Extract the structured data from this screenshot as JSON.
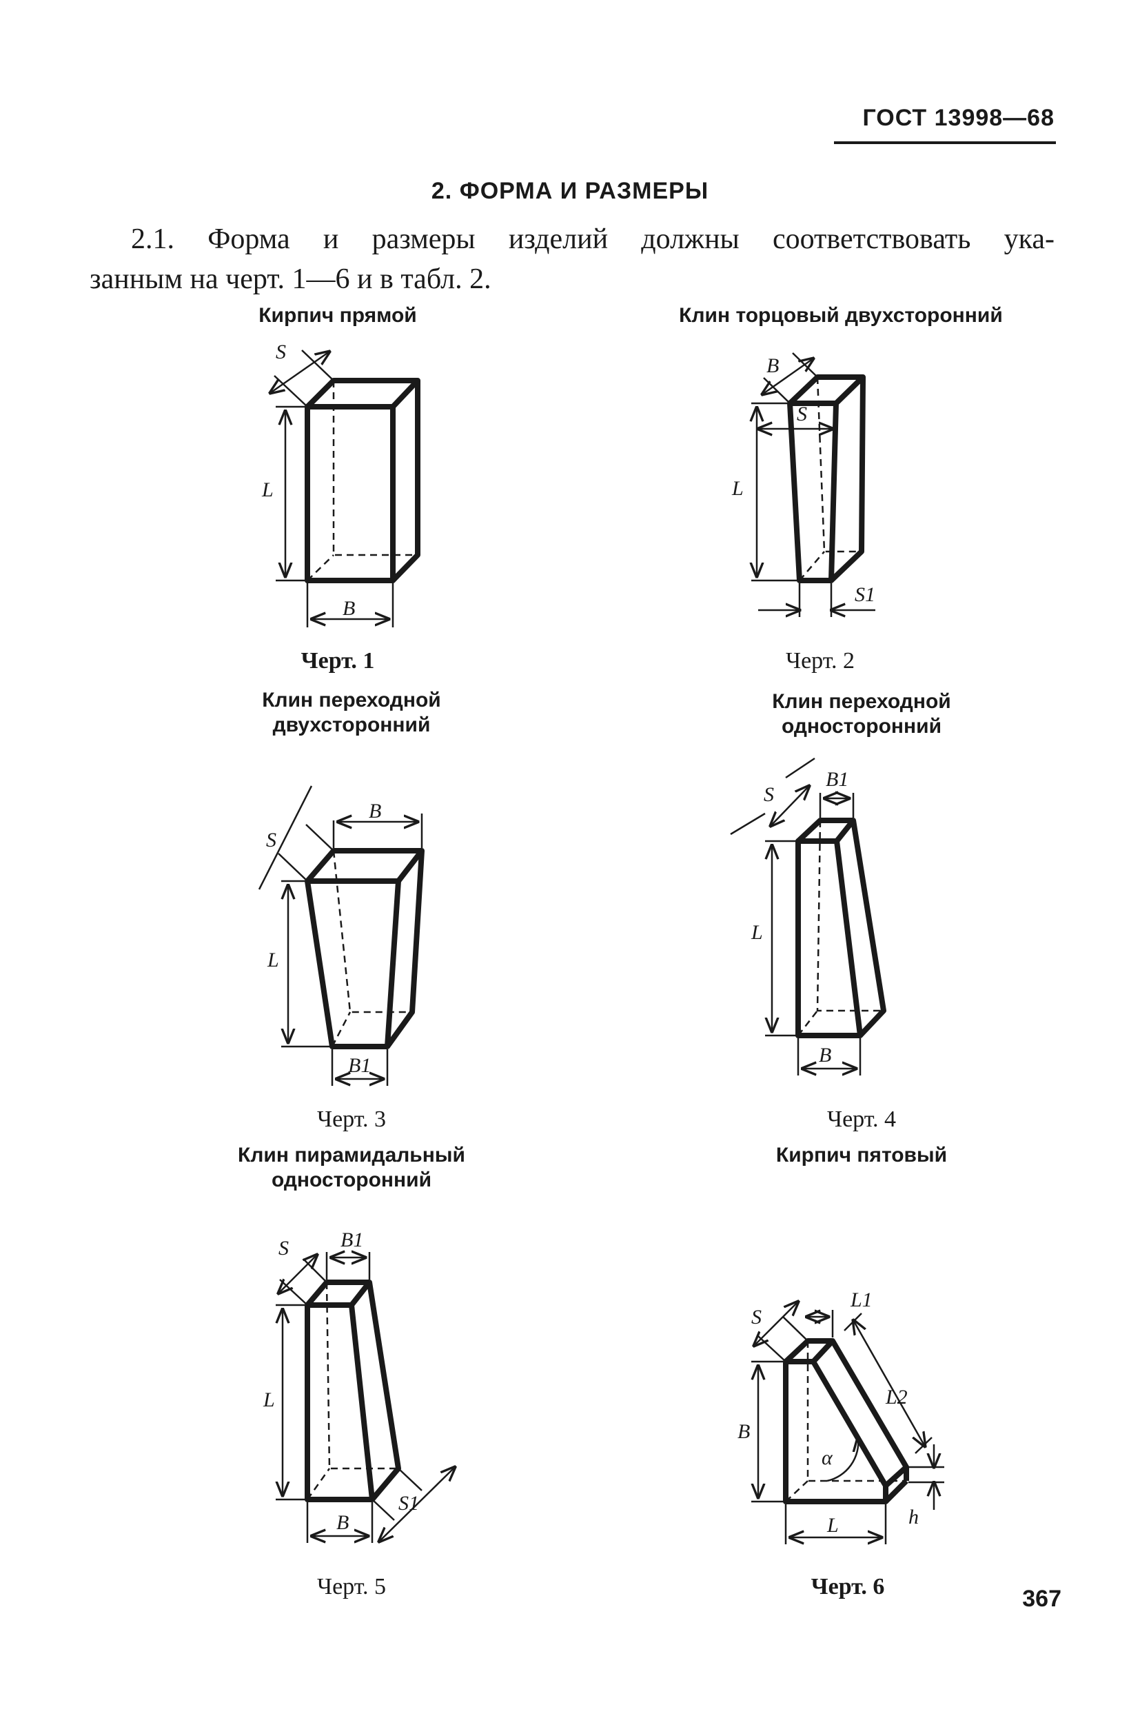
{
  "header": {
    "standard_code": "ГОСТ 13998—68"
  },
  "section": {
    "title": "2. ФОРМА И РАЗМЕРЫ"
  },
  "paragraph": {
    "line1": "2.1. Форма и размеры изделий должны соответствовать ука-",
    "line2": "занным на черт. 1—6 и в табл. 2."
  },
  "figures": [
    {
      "caption": "Кирпич прямой",
      "label": "Черт. 1",
      "dims": [
        "S",
        "L",
        "B"
      ]
    },
    {
      "caption": "Клин торцовый двухсторонний",
      "label": "Черт. 2",
      "dims": [
        "B",
        "S",
        "L",
        "S1"
      ]
    },
    {
      "caption_lines": [
        "Клин переходной",
        "двухсторонний"
      ],
      "label": "Черт. 3",
      "dims": [
        "B",
        "S",
        "L",
        "B1"
      ]
    },
    {
      "caption_lines": [
        "Клин переходной",
        "односторонний"
      ],
      "label": "Черт. 4",
      "dims": [
        "S",
        "B1",
        "L",
        "B"
      ]
    },
    {
      "caption_lines": [
        "Клин пирамидальный",
        "односторонний"
      ],
      "label": "Черт. 5",
      "dims": [
        "S",
        "B1",
        "L",
        "B",
        "S1"
      ]
    },
    {
      "caption": "Кирпич пятовый",
      "label": "Черт. 6",
      "dims": [
        "S",
        "L1",
        "B",
        "L2",
        "α",
        "L",
        "h"
      ]
    }
  ],
  "page_number": "367"
}
